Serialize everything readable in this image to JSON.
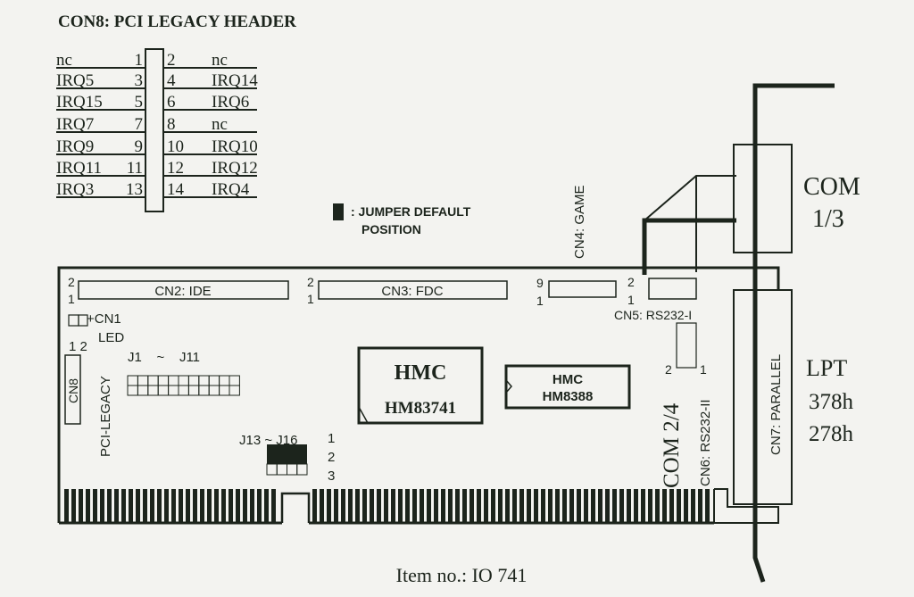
{
  "title": "CON8: PCI LEGACY HEADER",
  "header_rows": [
    {
      "left_label": "nc",
      "left_pin": "1",
      "right_pin": "2",
      "right_label": "nc"
    },
    {
      "left_label": "IRQ5",
      "left_pin": "3",
      "right_pin": "4",
      "right_label": "IRQ14"
    },
    {
      "left_label": "IRQ15",
      "left_pin": "5",
      "right_pin": "6",
      "right_label": "IRQ6"
    },
    {
      "left_label": "IRQ7",
      "left_pin": "7",
      "right_pin": "8",
      "right_label": "nc"
    },
    {
      "left_label": "IRQ9",
      "left_pin": "9",
      "right_pin": "10",
      "right_label": "IRQ10"
    },
    {
      "left_label": "IRQ11",
      "left_pin": "11",
      "right_pin": "12",
      "right_label": "IRQ12"
    },
    {
      "left_label": "IRQ3",
      "left_pin": "13",
      "right_pin": "14",
      "right_label": "IRQ4"
    }
  ],
  "legend": {
    "line1": ": JUMPER DEFAULT",
    "line2": "POSITION"
  },
  "connectors": {
    "cn4": "CN4: GAME",
    "cn4_pin_a": "9",
    "cn4_pin_b": "1",
    "cn2": "CN2: IDE",
    "cn3": "CN3: FDC",
    "pin2": "2",
    "pin1": "1",
    "cn5": "CN5: RS232-I",
    "cn6": "CN6: RS232-II",
    "cn7": "CN7: PARALLEL",
    "cn1": "+CN1",
    "led": "LED",
    "cn8_pins": "1 2",
    "cn8": "CN8",
    "pci_legacy": "PCI-LEGACY",
    "j1_j11": "J1    ~    J11",
    "j13_j16": "J13 ~ J16",
    "j_pin1": "1",
    "j_pin2": "2",
    "j_pin3": "3"
  },
  "chips": {
    "main_brand": "HMC",
    "main_model": "HM83741",
    "second_brand": "HMC",
    "second_model": "HM8388"
  },
  "ports": {
    "com13_a": "COM",
    "com13_b": "1/3",
    "com24": "COM 2/4",
    "lpt": "LPT",
    "lpt_a": "378h",
    "lpt_b": "278h"
  },
  "item_no": "Item no.: IO 741"
}
